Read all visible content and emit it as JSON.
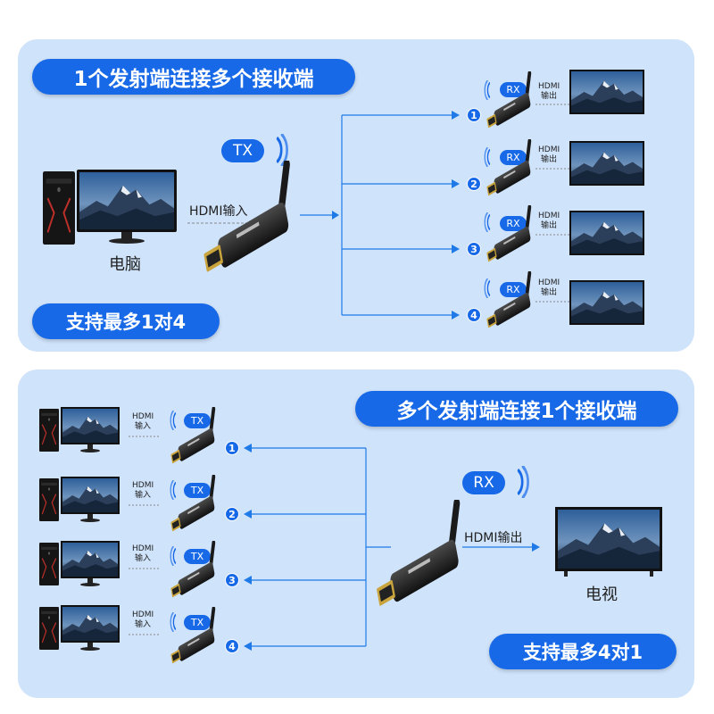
{
  "top": {
    "heading": "1个发射端连接多个接收端",
    "support": "支持最多1对4",
    "tx_label": "TX",
    "hdmi_input": "HDMI输入",
    "computer_label": "电脑",
    "receivers": [
      {
        "number": "1",
        "rx_label": "RX",
        "hdmi_out_line1": "HDMI",
        "hdmi_out_line2": "输出"
      },
      {
        "number": "2",
        "rx_label": "RX",
        "hdmi_out_line1": "HDMI",
        "hdmi_out_line2": "输出"
      },
      {
        "number": "3",
        "rx_label": "RX",
        "hdmi_out_line1": "HDMI",
        "hdmi_out_line2": "输出"
      },
      {
        "number": "4",
        "rx_label": "RX",
        "hdmi_out_line1": "HDMI",
        "hdmi_out_line2": "输出"
      }
    ]
  },
  "bottom": {
    "heading": "多个发射端连接1个接收端",
    "support": "支持最多4对1",
    "rx_label": "RX",
    "hdmi_output": "HDMI输出",
    "tv_label": "电视",
    "transmitters": [
      {
        "number": "1",
        "tx_label": "TX",
        "hdmi_in_line1": "HDMI",
        "hdmi_in_line2": "输入"
      },
      {
        "number": "2",
        "tx_label": "TX",
        "hdmi_in_line1": "HDMI",
        "hdmi_in_line2": "输入"
      },
      {
        "number": "3",
        "tx_label": "TX",
        "hdmi_in_line1": "HDMI",
        "hdmi_in_line2": "输入"
      },
      {
        "number": "4",
        "tx_label": "TX",
        "hdmi_in_line1": "HDMI",
        "hdmi_in_line2": "输入"
      }
    ]
  },
  "colors": {
    "panel": "#cfe3fb",
    "accent": "#1769e8",
    "line": "#1f7ae8"
  },
  "icons": [
    "tower-pc-icon",
    "monitor-icon",
    "tv-icon",
    "hdmi-dongle-icon",
    "antenna-icon",
    "wifi-signal-icon",
    "arrow-icon"
  ]
}
